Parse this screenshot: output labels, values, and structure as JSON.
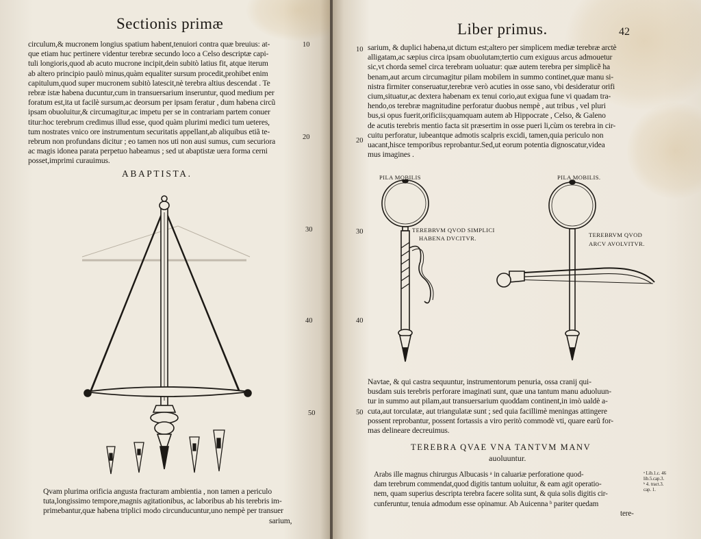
{
  "left_page": {
    "running_head": "Sectionis primæ",
    "body_lines": [
      "circulum,& mucronem longius spatium habent,tenuiori contra quæ breuius: at-",
      "que etiam huc pertinere videntur terebræ secundo loco a Celso descriptæ capi-",
      "tuli longioris,quod ab acuto mucrone incipit,dein subitò latius fit, atque iterum",
      "ab altero principio paulò minus,quàm equaliter sursum procedit,prohibet enim",
      "capitulum,quod super mucronem subitò latescit,nè terebra altius descendat . Te",
      "rebræ istæ habena ducuntur,cum in transuersarium inseruntur, quod medium per",
      "foratum est,ita ut facilè sursum,ac deorsum per ipsam feratur , dum habena circũ",
      "ipsam obuoluitur,& circumagitur,ac impetu per se in contrariam partem conuer",
      "titur:hoc terebrum credimus illud esse, quod quàm plurimi medici tum ueteres,",
      "tum nostrates vnico ore instrumentum securitatis appellant,ab aliquibus etiã te-",
      "rebrum non profundans dicitur ; eo tamen nos uti non ausi sumus, cum securiora",
      "ac magis idonea parata perpetuo habeamus ; sed ut abaptistæ uera forma cerni",
      "posset,imprimi curauimus."
    ],
    "line_numbers": [
      "10",
      "20",
      "30",
      "40",
      "50"
    ],
    "figure_heading": "ABAPTISTA.",
    "bottom_lines": [
      "Qvam plurima orificia angusta fracturam ambientia , non tamen a periculo",
      "tuta,longissimo tempore,magnis agitationibus, ac laboribus ab his terebris im-",
      "primebantur,quæ habena triplici modo circunducuntur,uno nempè per transuer",
      "sarium,"
    ]
  },
  "right_page": {
    "running_head": "Liber primus.",
    "page_number": "42",
    "body_lines": [
      "sarium, & duplici habena,ut dictum est;altero per simplicem mediæ terebræ arctè",
      "alligatam,ac sæpius circa ipsam obuolutam;tertio cum exiguus arcus admouetur",
      "sic,vt chorda semel circa terebram uoluatur: quæ autem terebra per simplicẽ ha",
      "benam,aut arcum circumagitur pilam mobilem in summo continet,quæ manu si-",
      "nistra firmiter conseruatur,terebræ verò acuties in osse sano, vbi desideratur orifi",
      "cium,situatur,ac dextera habenam ex tenui corio,aut exigua fune vi quadam tra-",
      "hendo,os terebræ magnitudine perforatur duobus nempè , aut tribus , vel pluri",
      "bus,si opus fuerit,orificiis;quamquam autem ab Hippocrate , Celso, & Galeno",
      "de acutis terebris mentio facta sit præsertim in osse pueri li,cùm os terebra in cir-",
      "cuitu perforatur, iubeantque admotis scalpris excidi, tamen,quia periculo non",
      "uacant,hisce temporibus reprobantur.Sed,ut eorum potentia dignoscatur,videa",
      "mus imagines ."
    ],
    "line_numbers": [
      "10",
      "20",
      "30",
      "40",
      "50"
    ],
    "figure_labels": {
      "pila_left": "PILA MOBILIS",
      "pila_right": "PILA MOBILIS.",
      "terebrum_left_1": "TEREBRVM QVOD SIMPLICI",
      "terebrum_left_2": "HABENA DVCITVR.",
      "terebrum_right_1": "TEREBRVM QVOD",
      "terebrum_right_2": "ARCV AVOLVITVR."
    },
    "middle_lines": [
      "Navtae, & qui castra sequuntur, instrumentorum penuria, ossa cranij qui-",
      "busdam suis terebris perforare imaginati sunt, quæ una tantum manu aduoluun-",
      "tur in summo aut pilam,aut transuersarium quoddam continent,in imò ualdè a-",
      "cuta,aut torculatæ, aut triangulatæ sunt ; sed quia facillimè meningas attingere",
      "possent reprobantur, possent fortassis a viro peritò commodè vti, quare earũ for-",
      "mas delineare decreuimus."
    ],
    "section_heading": "TEREBRA QVAE VNA TANTVM MANV",
    "section_subheading": "auoluuntur.",
    "bottom_lines": [
      "Arabs ille magnus chirurgus Albucasis ᵃ in caluariæ perforatione quod-",
      "dam terebrum commendat,quod digitis tantum uoluitur, & eam agit operatio-",
      "nem, quam superius descripta terebra facere solita sunt, & quia solis digitis cir-",
      "cunferuntur, tenuia admodum esse opinamur. Ab Auicenna ᵇ pariter quedam",
      "tere-"
    ],
    "margin_notes": [
      "ᵃ Lib.1.c. 46",
      "lib.5.cap.3.",
      "ᵇ 4. tract.3.",
      "cap. 1."
    ]
  },
  "colors": {
    "paper": "#ece7dc",
    "ink": "#1d1a16",
    "gutter": "#5b5247",
    "stain": "#c4a060"
  }
}
